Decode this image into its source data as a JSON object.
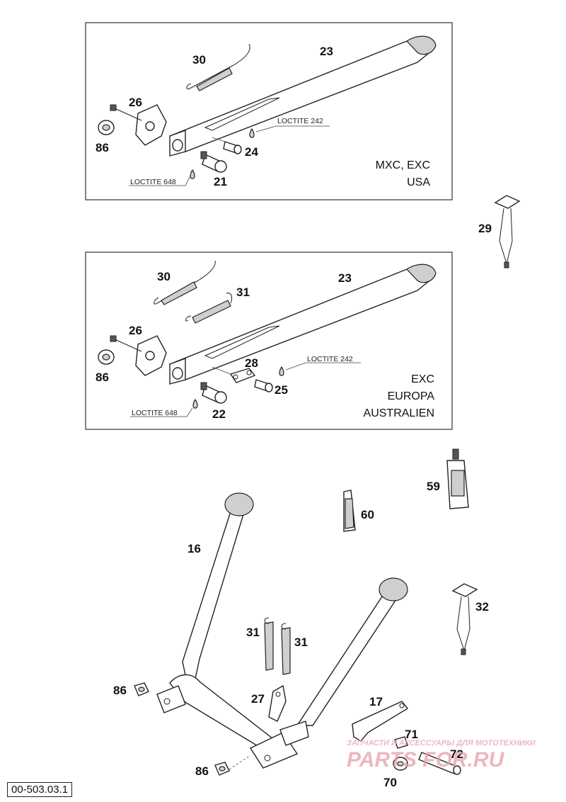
{
  "panels": {
    "top": {
      "variant_lines": [
        "MXC, EXC",
        "USA"
      ],
      "callouts": {
        "p30": "30",
        "p23": "23",
        "p26": "26",
        "p86": "86",
        "p24": "24",
        "p21": "21"
      },
      "notes": {
        "loctite_a": "LOCTITE 242",
        "loctite_b": "LOCTITE 648"
      }
    },
    "middle": {
      "variant_lines": [
        "EXC",
        "EUROPA",
        "AUSTRALIEN"
      ],
      "callouts": {
        "p30": "30",
        "p31": "31",
        "p23": "23",
        "p26": "26",
        "p86": "86",
        "p28": "28",
        "p25": "25",
        "p22": "22"
      },
      "notes": {
        "loctite_a": "LOCTITE 242",
        "loctite_b": "LOCTITE 648"
      }
    }
  },
  "loose_parts": {
    "p29": "29",
    "p59": "59",
    "p60": "60",
    "p32": "32"
  },
  "main_stand": {
    "callouts": {
      "p16": "16",
      "p31a": "31",
      "p31b": "31",
      "p27": "27",
      "p86a": "86",
      "p86b": "86",
      "p17": "17",
      "p71": "71",
      "p72": "72",
      "p70": "70"
    }
  },
  "watermark": {
    "line1": "ЗАПЧАСТИ И АКСЕССУАРЫ ДЛЯ МОТОТЕХНИКИ",
    "line2": "PARTS FOR.RU",
    "color": "#e8a0a8"
  },
  "footer": {
    "diagram_id": "00-503.03.1"
  }
}
